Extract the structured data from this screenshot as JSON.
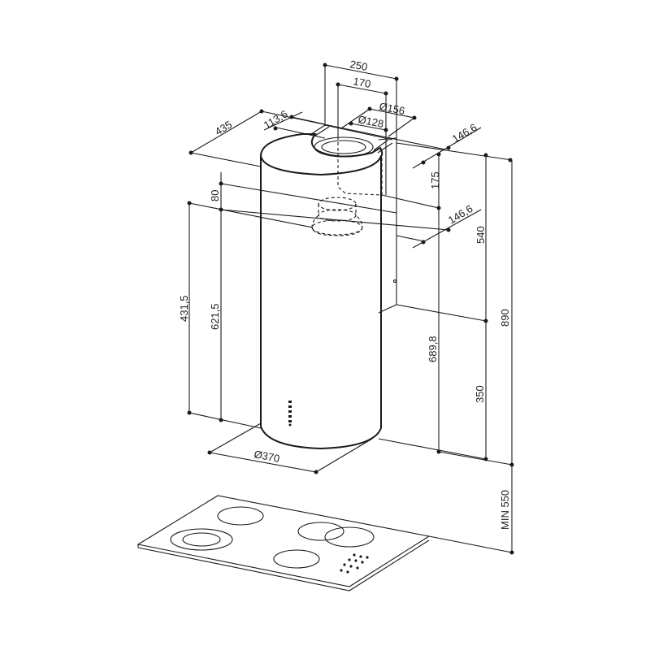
{
  "diagram": {
    "subject": "cylindrical island cooker hood with cooking hob",
    "line_color": "#1a1a1a",
    "background": "#ffffff",
    "dimensions": {
      "top_width_outer": "250",
      "top_width_inner": "170",
      "duct_dia_outer": "Ø156",
      "duct_dia_inner": "Ø128",
      "depth_total": "435",
      "offset": "113,6",
      "chimney_offset_upper": "146,6",
      "chimney_offset_lower": "146,6",
      "chimney_height": "175",
      "upper_height": "540",
      "overall_height": "890",
      "top_gap": "80",
      "height_left": "431,5",
      "height_mid": "621,5",
      "body_height": "689,8",
      "lower_height": "350",
      "body_diameter": "Ø370",
      "min_clearance": "MIN 550"
    },
    "hob": {
      "burners": 4,
      "control_panel": "touch controls"
    }
  }
}
